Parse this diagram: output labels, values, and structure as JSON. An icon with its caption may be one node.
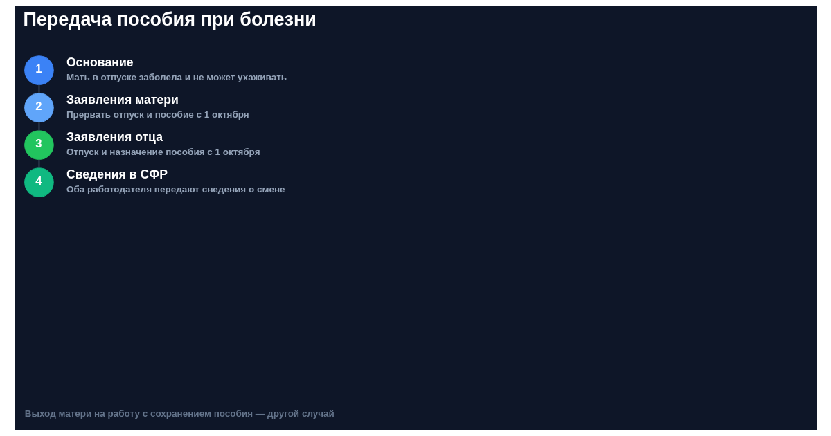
{
  "diagram": {
    "title": "Передача пособия при болезни",
    "nodes": [
      {
        "text": [
          "1"
        ],
        "beside": [
          "Основание",
          "Мать в отпуске заболела и не может ухаживать"
        ]
      },
      {
        "text": [
          "2"
        ],
        "beside": [
          "Заявления матери",
          "Прервать отпуск и пособие с 1 октября"
        ]
      },
      {
        "text": [
          "3"
        ],
        "beside": [
          "Заявления отца",
          "Отпуск и назначение пособия с 1 октября"
        ]
      },
      {
        "text": [
          "4"
        ],
        "beside": [
          "Сведения в СФР",
          "Оба работодателя передают сведения о смене"
        ]
      }
    ],
    "edges": [
      {
        "from": 0,
        "to": 1,
        "arrow": "none"
      },
      {
        "from": 1,
        "to": 2,
        "arrow": "none"
      },
      {
        "from": 2,
        "to": 3,
        "arrow": "none"
      }
    ],
    "labels": [
      "Выход матери на работу с сохранением пособия — другой случай"
    ]
  }
}
